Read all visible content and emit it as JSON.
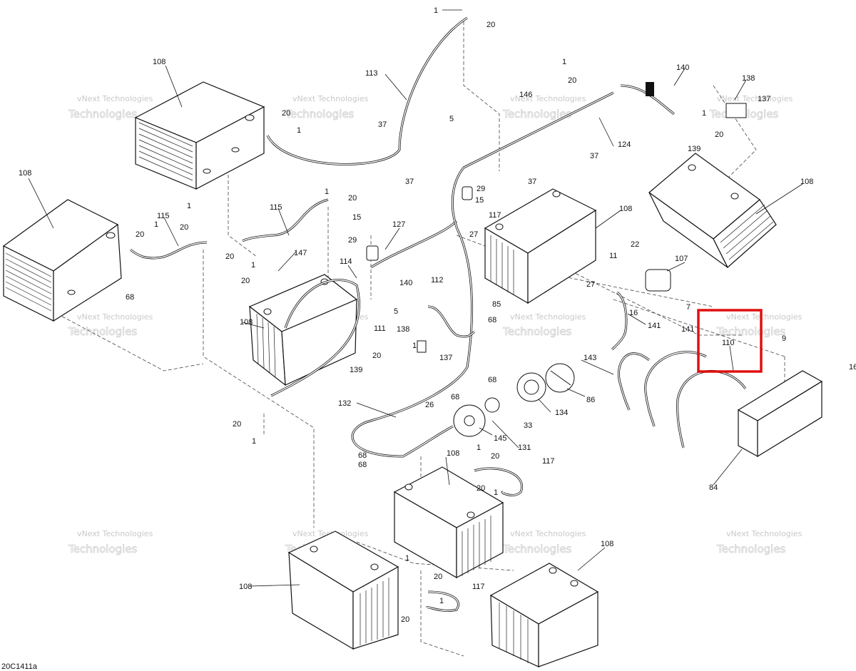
{
  "diagram_code": "20C1411a",
  "watermark": {
    "line1": "vNext Technologies",
    "line2": "vNext",
    "line3": "Technologies"
  },
  "highlight_color": "#e01010",
  "highlight_part": "110",
  "parts": {
    "p1": "1",
    "p5": "5",
    "p7": "7",
    "p9": "9",
    "p11": "11",
    "p15": "15",
    "p16": "16",
    "p20": "20",
    "p22": "22",
    "p26": "26",
    "p27": "27",
    "p29": "29",
    "p33": "33",
    "p37": "37",
    "p68": "68",
    "p84": "84",
    "p85": "85",
    "p86": "86",
    "p107": "107",
    "p108": "108",
    "p110": "110",
    "p111": "111",
    "p112": "112",
    "p113": "113",
    "p114": "114",
    "p115": "115",
    "p117": "117",
    "p124": "124",
    "p127": "127",
    "p131": "131",
    "p132": "132",
    "p134": "134",
    "p137": "137",
    "p138": "138",
    "p139": "139",
    "p140": "140",
    "p141": "141",
    "p143": "143",
    "p145": "145",
    "p146": "146",
    "p147": "147",
    "p16r": "16"
  }
}
